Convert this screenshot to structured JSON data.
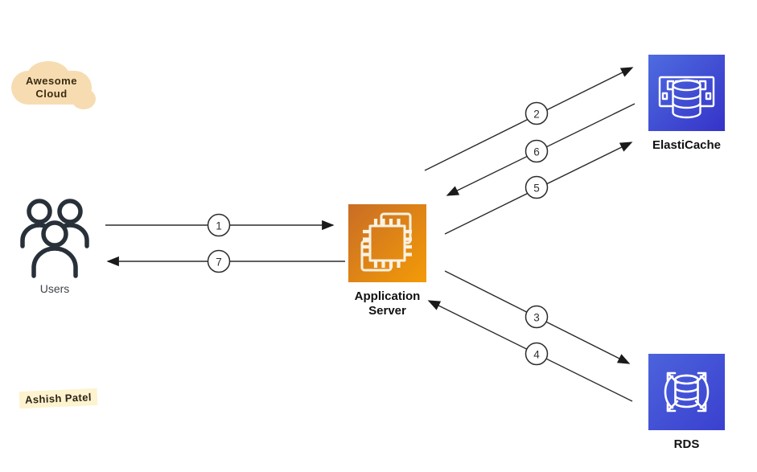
{
  "annotations": {
    "cloud_label": "Awesome Cloud",
    "author_label": "Ashish Patel"
  },
  "nodes": {
    "users": {
      "label": "Users",
      "icon": "users-group-icon"
    },
    "app_server": {
      "label": "Application Server",
      "icon": "compute-chip-icon"
    },
    "elasticache": {
      "label": "ElastiCache",
      "icon": "memory-cache-database-icon"
    },
    "rds": {
      "label": "RDS",
      "icon": "scalable-database-icon"
    }
  },
  "edges": [
    {
      "label": "1",
      "from": "Users",
      "to": "Application Server"
    },
    {
      "label": "2",
      "from": "Application Server",
      "to": "ElastiCache"
    },
    {
      "label": "3",
      "from": "Application Server",
      "to": "RDS"
    },
    {
      "label": "4",
      "from": "RDS",
      "to": "Application Server"
    },
    {
      "label": "5",
      "from": "Application Server",
      "to": "ElastiCache"
    },
    {
      "label": "6",
      "from": "ElastiCache",
      "to": "Application Server"
    },
    {
      "label": "7",
      "from": "Application Server",
      "to": "Users"
    }
  ],
  "colors": {
    "app_server_gradient_start": "#c96d26",
    "app_server_gradient_end": "#f39b07",
    "elasticache_gradient_start": "#4e6ce0",
    "elasticache_gradient_end": "#3533c8",
    "rds_gradient_start": "#4c63dc",
    "rds_gradient_end": "#3a40cf",
    "icon_stroke_dark": "#283039",
    "edge_stroke": "#2b2b2b",
    "cloud_background": "#f7dcb2",
    "author_background": "#fdf3cf"
  }
}
